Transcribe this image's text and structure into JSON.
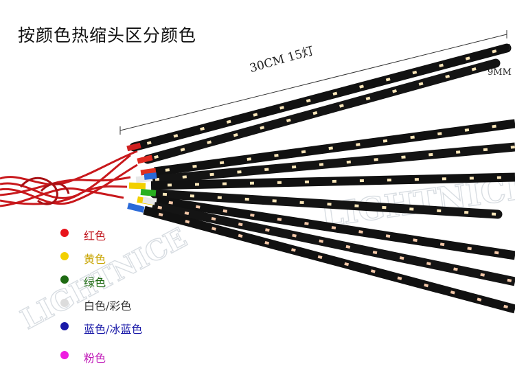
{
  "title": "按颜色热缩头区分颜色",
  "dimensions": {
    "length": "30CM 15灯",
    "width": "9MM",
    "edge": "1"
  },
  "watermark": "LIGHTNICE",
  "legend": [
    {
      "label": "红色",
      "color": "#e8141c",
      "text_color": "#c0141c"
    },
    {
      "label": "黄色",
      "color": "#f2d000",
      "text_color": "#c8a400"
    },
    {
      "label": "绿色",
      "color": "#1e6a12",
      "text_color": "#1e6a12"
    },
    {
      "label": "白色/彩色",
      "color": "#dcdcdc",
      "text_color": "#333333"
    },
    {
      "label": "蓝色/冰蓝色",
      "color": "#1a1aa8",
      "text_color": "#1a1aa8"
    },
    {
      "label": "粉色",
      "color": "#ee1ee0",
      "text_color": "#c01ab8"
    }
  ]
}
